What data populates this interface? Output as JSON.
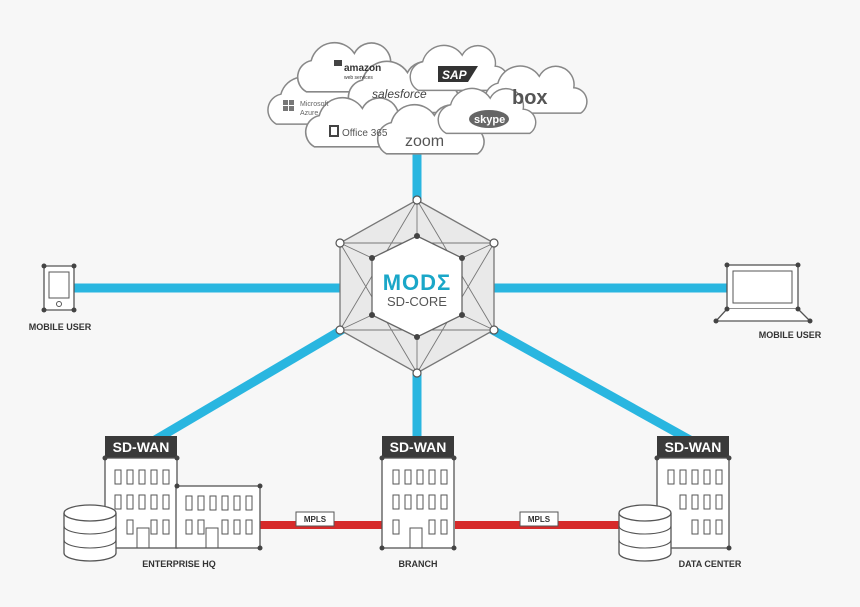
{
  "core": {
    "logo": "MODΣ",
    "subtitle": "SD-CORE"
  },
  "clouds": {
    "amazon": "amazon",
    "amazon_sub": "web services",
    "salesforce": "salesforce",
    "sap": "SAP",
    "box": "box",
    "microsoft": "Microsoft",
    "azure": "Azure",
    "office365": "Office 365",
    "zoom": "zoom",
    "skype": "skype"
  },
  "endpoints": {
    "mobile_user_left": "MOBILE USER",
    "mobile_user_right": "MOBILE USER"
  },
  "sites": {
    "sdwan_badge": "SD-WAN",
    "enterprise_hq": "ENTERPRISE HQ",
    "branch": "BRANCH",
    "data_center": "DATA CENTER"
  },
  "links": {
    "mpls_label": "MPLS"
  },
  "colors": {
    "link": "#29b6e0",
    "mpls": "#d62a2a",
    "accent": "#1aa7c8",
    "badge": "#3a3a3a"
  }
}
